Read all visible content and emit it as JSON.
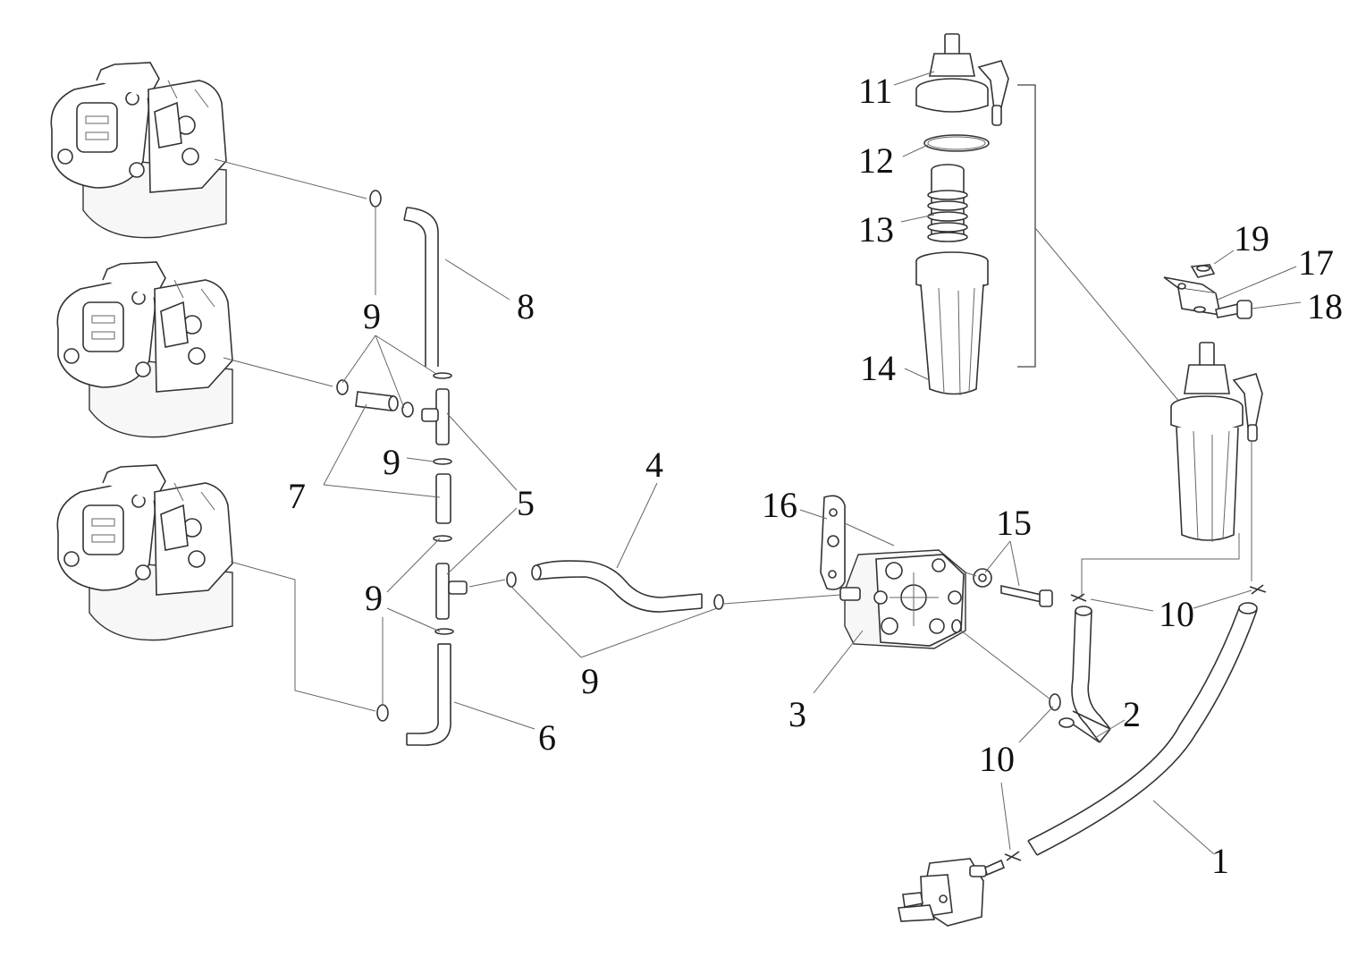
{
  "diagram": {
    "callouts": [
      {
        "id": "c1",
        "label": "1"
      },
      {
        "id": "c2",
        "label": "2"
      },
      {
        "id": "c3",
        "label": "3"
      },
      {
        "id": "c4",
        "label": "4"
      },
      {
        "id": "c5",
        "label": "5"
      },
      {
        "id": "c6",
        "label": "6"
      },
      {
        "id": "c7",
        "label": "7"
      },
      {
        "id": "c8",
        "label": "8"
      },
      {
        "id": "c9a",
        "label": "9"
      },
      {
        "id": "c9b",
        "label": "9"
      },
      {
        "id": "c9c",
        "label": "9"
      },
      {
        "id": "c9d",
        "label": "9"
      },
      {
        "id": "c10a",
        "label": "10"
      },
      {
        "id": "c10b",
        "label": "10"
      },
      {
        "id": "c11",
        "label": "11"
      },
      {
        "id": "c12",
        "label": "12"
      },
      {
        "id": "c13",
        "label": "13"
      },
      {
        "id": "c14",
        "label": "14"
      },
      {
        "id": "c15",
        "label": "15"
      },
      {
        "id": "c16",
        "label": "16"
      },
      {
        "id": "c17",
        "label": "17"
      },
      {
        "id": "c18",
        "label": "18"
      },
      {
        "id": "c19",
        "label": "19"
      }
    ]
  }
}
